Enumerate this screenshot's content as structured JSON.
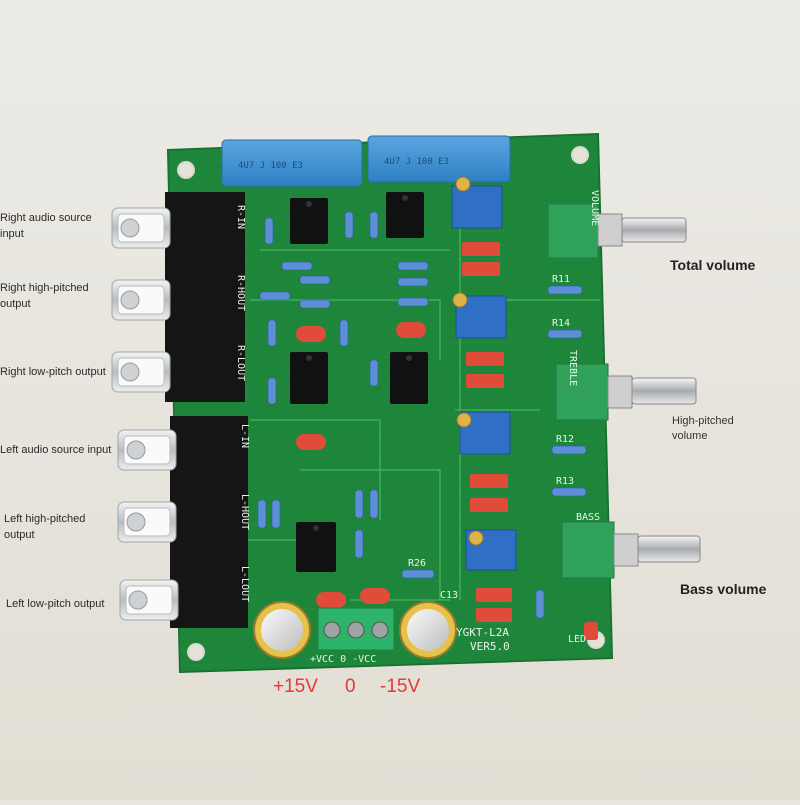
{
  "left_labels": [
    {
      "line1": "Right audio source",
      "line2": "input"
    },
    {
      "line1": "Right high-pitched",
      "line2": "output"
    },
    {
      "line1": "Right low-pitch output",
      "line2": ""
    },
    {
      "line1": "Left audio source input",
      "line2": ""
    },
    {
      "line1": "Left high-pitched",
      "line2": "output"
    },
    {
      "line1": "Left low-pitch output",
      "line2": ""
    }
  ],
  "right_labels": {
    "total_volume": "Total volume",
    "high_line1": "High-pitched",
    "high_line2": "volume",
    "bass_volume": "Bass volume"
  },
  "power": {
    "plus": "+15V",
    "zero": "0",
    "minus": "-15V"
  },
  "board": {
    "model": "YGKT-L2A",
    "version": "VER5.0",
    "terminal": "+VCC   0   -VCC",
    "pot_volume": "VOLUME",
    "pot_treble": "TREBLE",
    "pot_bass": "BASS",
    "ref_r11": "R11",
    "ref_r12": "R12",
    "ref_r13": "R13",
    "ref_r14": "R14",
    "ref_r26": "R26",
    "ref_c13": "C13",
    "ref_led": "LED",
    "lin_r": "R-IN",
    "lin_rh": "R-HOUT",
    "lin_rl": "R-LOUT",
    "lin_l": "L-IN",
    "lin_lh": "L-HOUT",
    "lin_ll": "L-LOUT",
    "cap_text": "4U7 J 100 E3"
  },
  "colors": {
    "background": "#e9e6df",
    "pcb": "#1f8a3c",
    "label_red": "#e53935"
  }
}
